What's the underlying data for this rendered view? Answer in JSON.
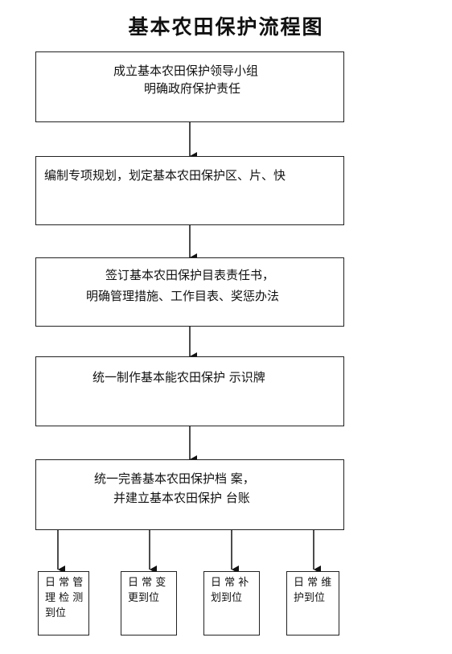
{
  "title": "基本农田保护流程图",
  "steps": [
    {
      "lines": [
        "成立基本农田保护领导小组",
        "明确政府保护责任"
      ]
    },
    {
      "lines": [
        "编制专项规划，划定基本农田保护区、片、快"
      ]
    },
    {
      "lines": [
        "签订基本农田保护目表责任书，",
        "明确管理措施、工作目表、奖惩办法"
      ]
    },
    {
      "lines": [
        "统一制作基本能农田保护 示识牌"
      ]
    },
    {
      "lines": [
        "统一完善基本农田保护档 案，",
        "并建立基本农田保护 台账"
      ]
    }
  ],
  "outcomes": [
    {
      "lines": [
        "日 常 管",
        "理 检 测",
        "到位"
      ]
    },
    {
      "lines": [
        "日 常 变",
        "更到位"
      ]
    },
    {
      "lines": [
        "日 常 补",
        "划到位"
      ]
    },
    {
      "lines": [
        "日 常 维",
        "护到位"
      ]
    }
  ]
}
